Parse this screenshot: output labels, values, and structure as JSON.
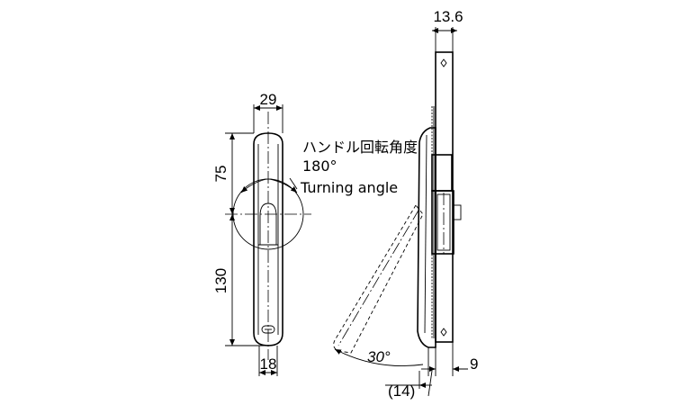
{
  "dimensions": {
    "handle_width": "29",
    "upper_length": "75",
    "lower_length": "130",
    "bottom_width": "18",
    "side_thickness_top": "13.6",
    "side_offset": "9",
    "swing_clearance": "(14)",
    "swing_angle": "30°"
  },
  "notes": {
    "rotation_label_jp": "ハンドル回転角度",
    "rotation_value": "180°",
    "rotation_label_en": "Turning angle"
  }
}
